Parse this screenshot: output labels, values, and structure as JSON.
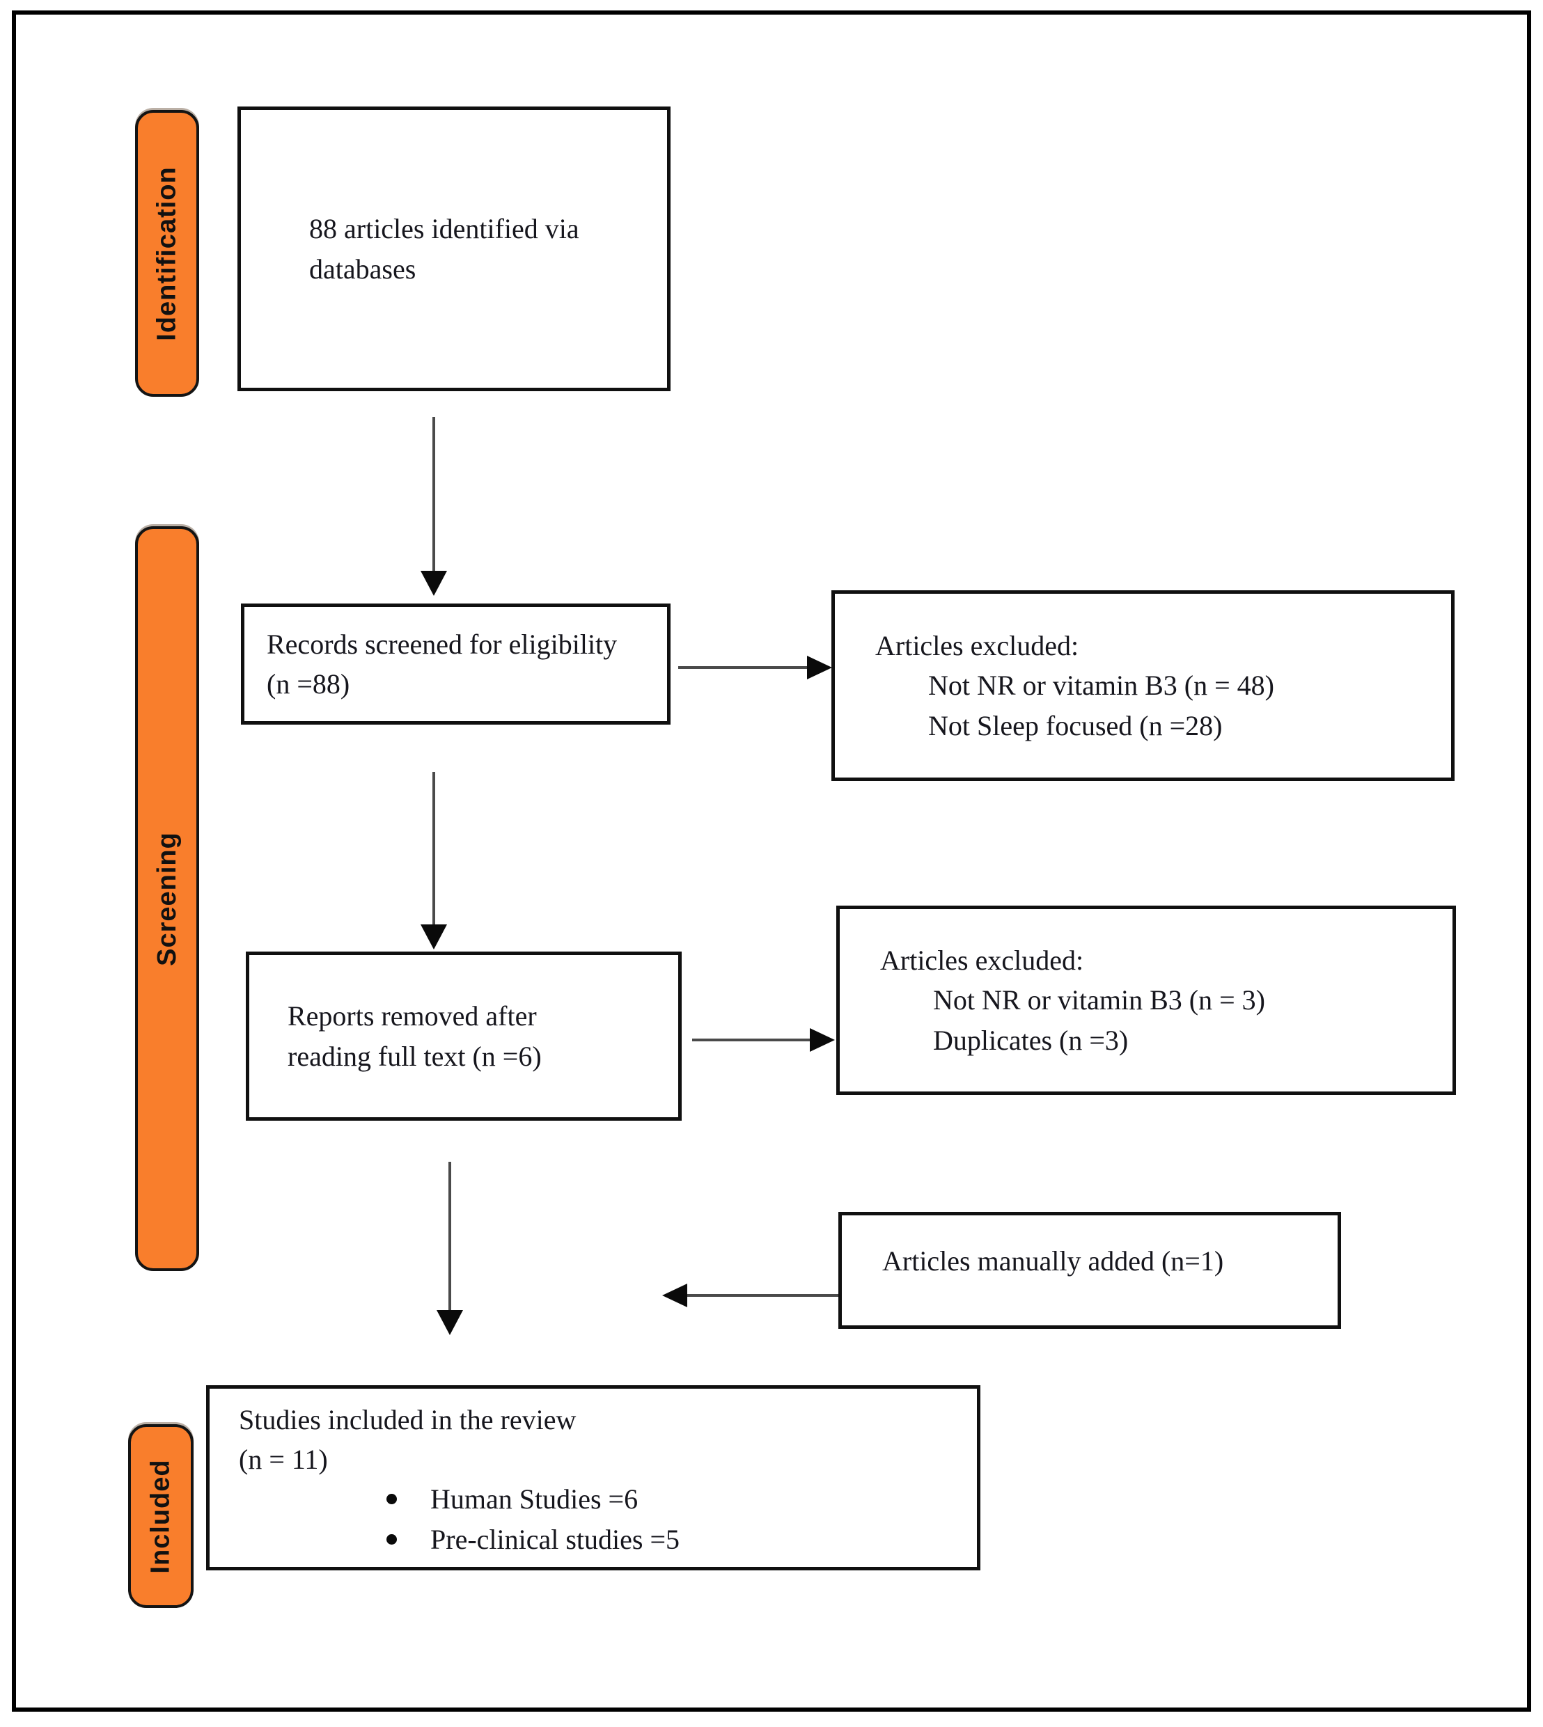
{
  "diagram": {
    "stages": {
      "identification": "Identification",
      "screening": "Screening",
      "included": "Included"
    },
    "boxes": {
      "identified": {
        "lines": [
          "88 articles identified via",
          "databases"
        ]
      },
      "screened": {
        "lines": [
          "Records screened for eligibility",
          "(n =88)"
        ]
      },
      "excluded_screening": {
        "title": "Articles excluded:",
        "items": [
          "Not NR or vitamin B3 (n = 48)",
          "Not Sleep focused (n =28)"
        ]
      },
      "fulltext_removed": {
        "lines": [
          "Reports removed after",
          "reading full text (n =6)"
        ]
      },
      "excluded_fulltext": {
        "title": "Articles excluded:",
        "items": [
          "Not NR or vitamin B3 (n = 3)",
          "Duplicates (n =3)"
        ]
      },
      "manual_added": {
        "text": "Articles manually added (n=1)"
      },
      "included_summary": {
        "title": "Studies included in the review",
        "subtitle": "(n = 11)",
        "bullets": [
          "Human Studies =6",
          "Pre-clinical studies =5"
        ]
      }
    },
    "colors": {
      "stage_fill": "#F97E2C",
      "box_border": "#111111",
      "arrow_line": "#4a4a4a",
      "arrow_head": "#0a0a0a"
    }
  }
}
